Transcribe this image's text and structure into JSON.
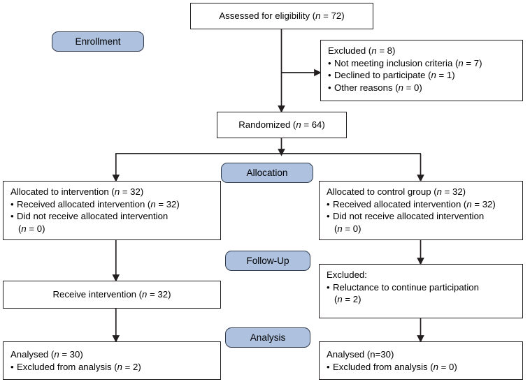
{
  "diagram": {
    "title": "CONSORT participant flow diagram",
    "colors": {
      "stage_fill": "#aec2e0",
      "stage_border": "#2f3b4d",
      "box_border": "#231f20",
      "background": "#ffffff",
      "text": "#000000"
    }
  },
  "stages": {
    "enrollment": "Enrollment",
    "allocation": "Allocation",
    "followup": "Follow-Up",
    "analysis": "Analysis"
  },
  "nodes": {
    "assessed": {
      "text": "Assessed for eligibility (",
      "italic_n": "n",
      "tail": " = 72)"
    },
    "excluded": {
      "heading_pre": "Excluded (",
      "heading_n": "n",
      "heading_tail": " = 8)",
      "items": [
        {
          "text": "Not meeting inclusion criteria (",
          "n": "n",
          "tail": " = 7)"
        },
        {
          "text": "Declined to participate (",
          "n": "n",
          "tail": " = 1)"
        },
        {
          "text": "Other reasons (",
          "n": "n",
          "tail": " = 0)"
        }
      ]
    },
    "randomized": {
      "text": "Randomized (",
      "italic_n": "n",
      "tail": " = 64)"
    },
    "allocation_left": {
      "heading_pre": "Allocated to intervention (",
      "heading_n": "n",
      "heading_tail": " = 32)",
      "item1_pre": "Received allocated intervention (",
      "item1_n": "n",
      "item1_tail": " = 32)",
      "item2_text": "Did not receive allocated intervention",
      "item2_cont_pre": "(",
      "item2_cont_n": "n",
      "item2_cont_tail": " = 0)"
    },
    "allocation_right": {
      "heading_pre": "Allocated to control group (",
      "heading_n": "n",
      "heading_tail": " = 32)",
      "item1_pre": "Received allocated intervention (",
      "item1_n": "n",
      "item1_tail": " = 32)",
      "item2_text": "Did not receive allocated intervention",
      "item2_cont_pre": "(",
      "item2_cont_n": "n",
      "item2_cont_tail": " = 0)"
    },
    "followup_left": {
      "text": "Receive intervention (",
      "italic_n": "n",
      "tail": " = 32)"
    },
    "followup_right": {
      "heading": "Excluded:",
      "item1_text": "Reluctance to continue participation",
      "item1_cont_pre": "(",
      "item1_cont_n": "n",
      "item1_cont_tail": " = 2)"
    },
    "analysis_left": {
      "heading_pre": "Analysed (",
      "heading_n": "n",
      "heading_tail": " = 30)",
      "item1_pre": "Excluded from analysis (",
      "item1_n": "n",
      "item1_tail": " = 2)"
    },
    "analysis_right": {
      "heading_pre": "Analysed (n=30)",
      "heading_n": "",
      "heading_tail": "",
      "item1_pre": "Excluded from analysis (",
      "item1_n": "n",
      "item1_tail": " = 0)"
    }
  }
}
